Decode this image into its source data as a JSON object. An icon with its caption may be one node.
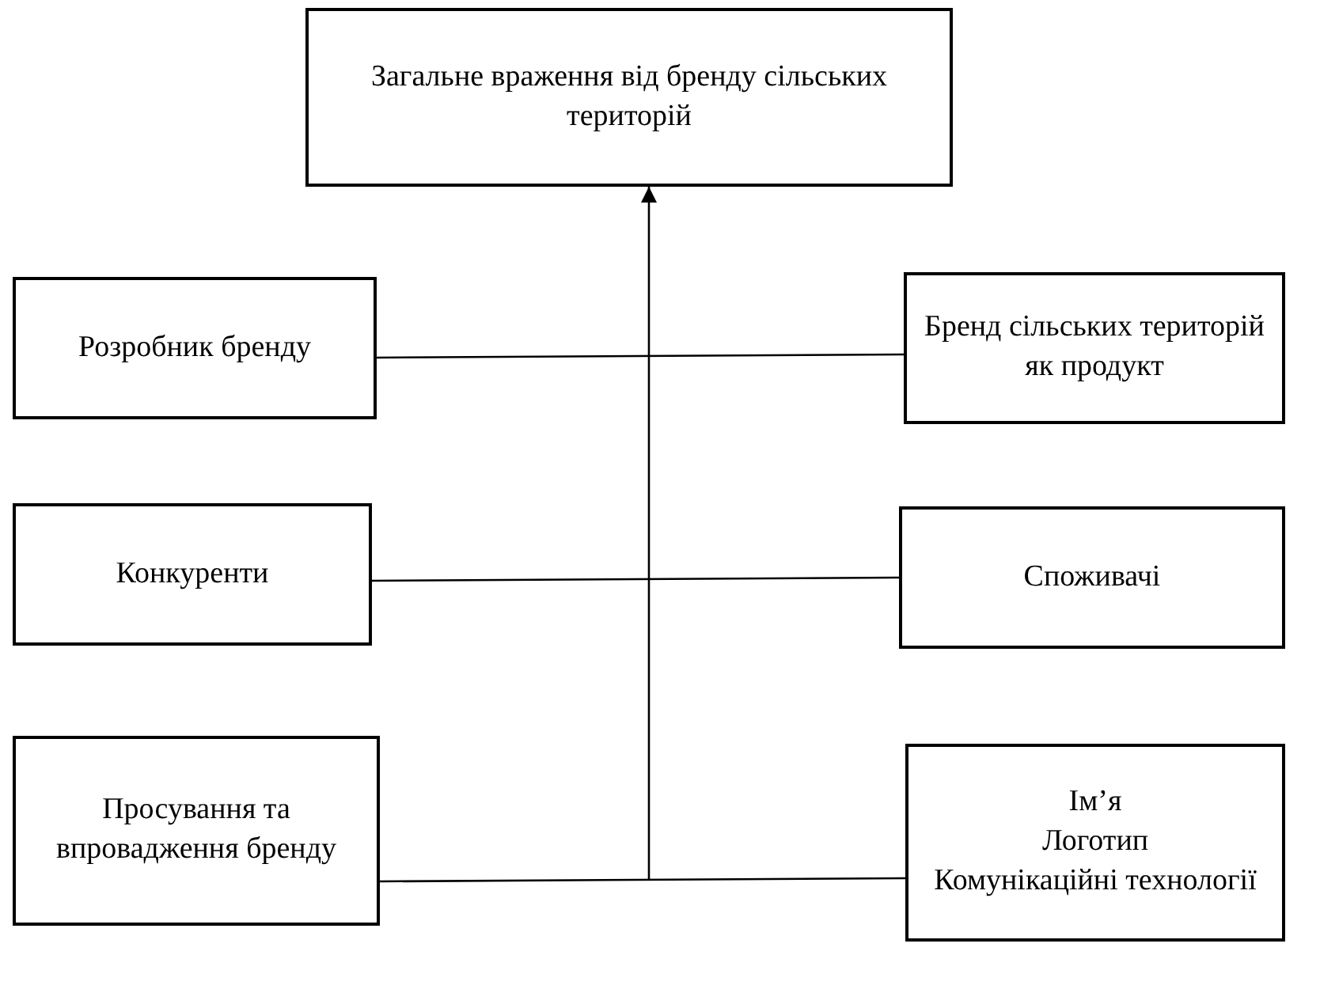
{
  "diagram": {
    "nodes": [
      {
        "text": [
          "Загальне враження від бренду сільських територій"
        ]
      },
      {
        "text": [
          "Розробник бренду"
        ]
      },
      {
        "text": [
          "Бренд сільських територій як продукт"
        ]
      },
      {
        "text": [
          "Конкуренти"
        ]
      },
      {
        "text": [
          "Споживачі"
        ]
      },
      {
        "text": [
          "Просування та впровадження бренду"
        ]
      },
      {
        "text": [
          "Ім’я",
          "Логотип",
          "Комунікаційні технології"
        ]
      }
    ],
    "edges": [
      {
        "from": 1,
        "to": 2,
        "arrow": "none"
      },
      {
        "from": 3,
        "to": 4,
        "arrow": "none"
      },
      {
        "from": 5,
        "to": 6,
        "arrow": "none"
      },
      {
        "from": null,
        "to": 0,
        "arrow": "to"
      }
    ]
  }
}
